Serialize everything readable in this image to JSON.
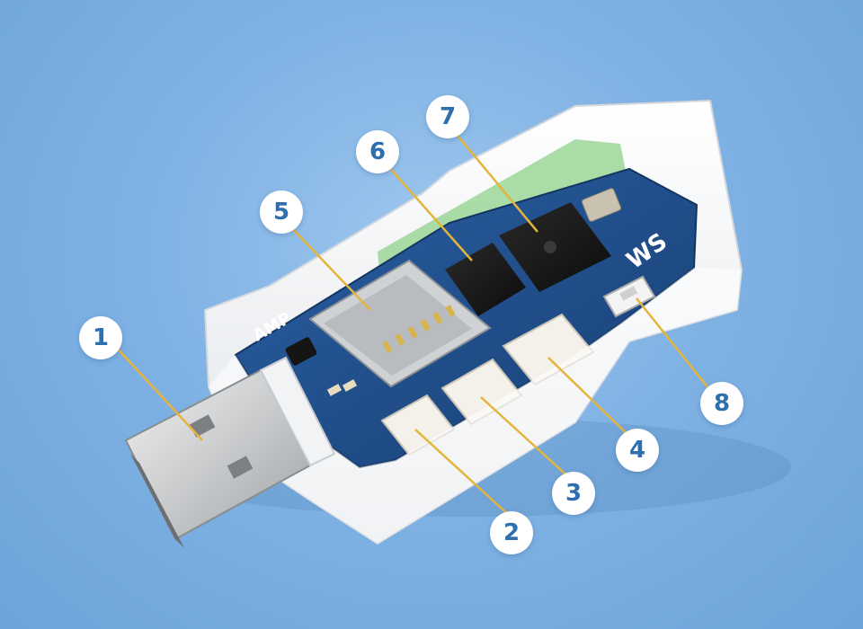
{
  "callouts": [
    {
      "number": "1",
      "target": "usb-a-plug"
    },
    {
      "number": "2",
      "target": "connector-small"
    },
    {
      "number": "3",
      "target": "connector-medium"
    },
    {
      "number": "4",
      "target": "connector-large"
    },
    {
      "number": "5",
      "target": "microsd-slot"
    },
    {
      "number": "6",
      "target": "audio-chip"
    },
    {
      "number": "7",
      "target": "processor-chip"
    },
    {
      "number": "8",
      "target": "button-switch"
    }
  ],
  "board": {
    "silkscreen_left": "AMP",
    "silkscreen_logo": "WS"
  },
  "colors": {
    "background": "#7fb1e3",
    "pcb": "#1e4d8c",
    "case": "#f6f7f9",
    "leader_line": "#e4b43c",
    "badge_text": "#2f6fae"
  }
}
